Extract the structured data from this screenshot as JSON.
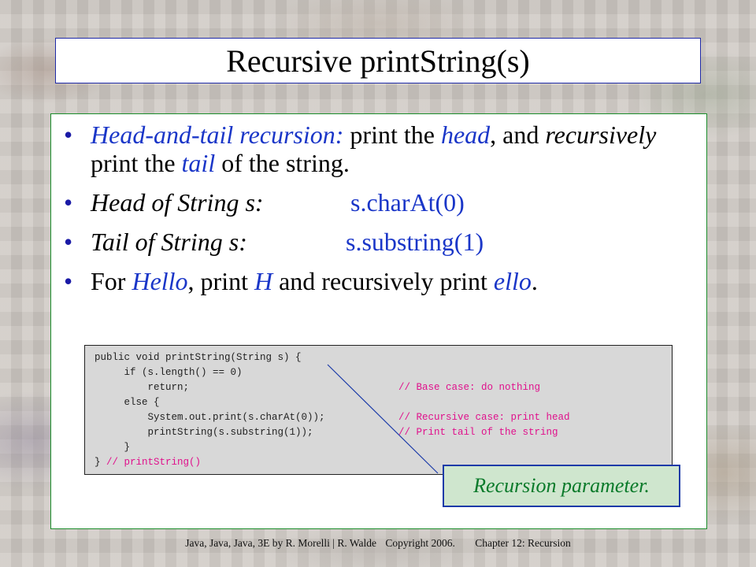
{
  "title": "Recursive printString(s)",
  "bullets": [
    {
      "parts": [
        {
          "text": "Head-and-tail recursion:",
          "style": "blue-italic"
        },
        {
          "text": " print the ",
          "style": "plain"
        },
        {
          "text": "head",
          "style": "blue-italic"
        },
        {
          "text": ", and ",
          "style": "plain"
        },
        {
          "text": "recursively",
          "style": "italic"
        },
        {
          "text": "  print the ",
          "style": "plain"
        },
        {
          "text": "tail",
          "style": "blue-italic"
        },
        {
          "text": " of the string.",
          "style": "plain"
        }
      ]
    },
    {
      "label": "Head of String s:",
      "value": "s.charAt(0)"
    },
    {
      "label": "Tail of String s:",
      "value": "s.substring(1)"
    },
    {
      "parts": [
        {
          "text": "For ",
          "style": "plain"
        },
        {
          "text": "Hello",
          "style": "blue-italic"
        },
        {
          "text": ", print ",
          "style": "plain"
        },
        {
          "text": "H",
          "style": "blue-italic"
        },
        {
          "text": " and recursively print ",
          "style": "plain"
        },
        {
          "text": "ello",
          "style": "blue-italic"
        },
        {
          "text": ".",
          "style": "plain"
        }
      ]
    }
  ],
  "code": {
    "lines": [
      {
        "text": "public void printString(String s) {",
        "comment": ""
      },
      {
        "text": "     if (s.length() == 0)",
        "comment": ""
      },
      {
        "text": "         return;",
        "comment": "// Base case: do nothing"
      },
      {
        "text": "     else {",
        "comment": ""
      },
      {
        "text": "         System.out.print(s.charAt(0));",
        "comment": "// Recursive case: print head"
      },
      {
        "text": "         printString(s.substring(1));",
        "comment": "// Print tail of the string"
      },
      {
        "text": "     }",
        "comment": ""
      },
      {
        "text": "} ",
        "inline_comment": "// printString()"
      }
    ]
  },
  "callout": "Recursion parameter.",
  "footer": {
    "credit": "Java, Java, Java, 3E by R. Morelli | R. Walde",
    "copyright": "Copyright 2006.",
    "chapter": "Chapter 12: Recursion"
  },
  "colors": {
    "accent_blue": "#1a36c8",
    "comment_magenta": "#e0108c",
    "callout_green": "#0a7a2a",
    "content_border": "#1a8c2a"
  }
}
